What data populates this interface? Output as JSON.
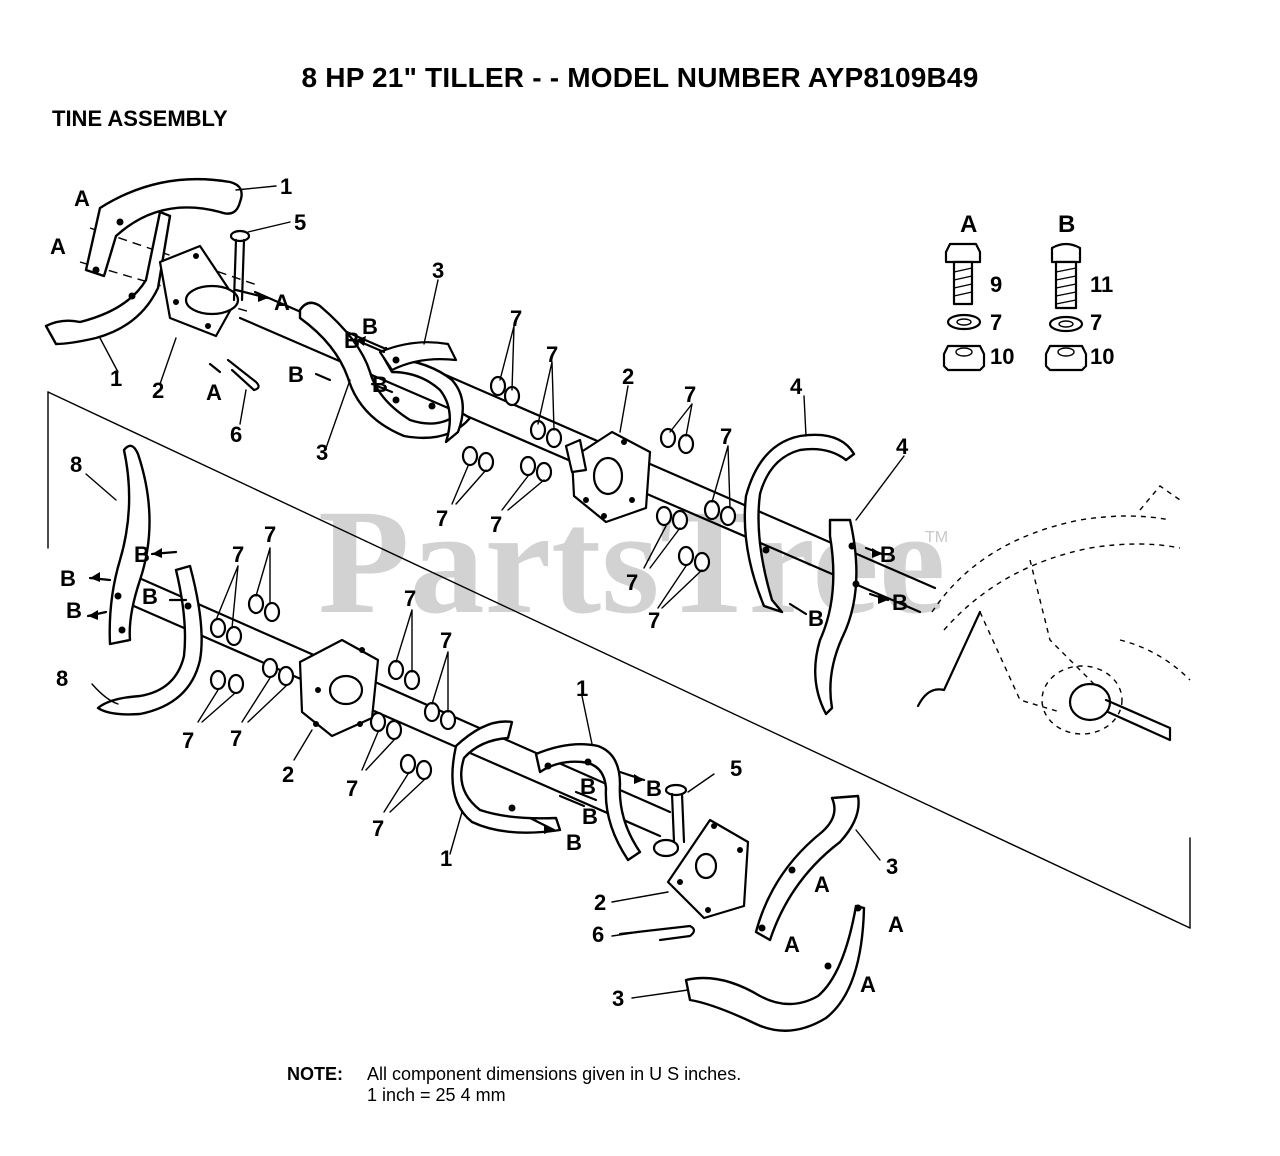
{
  "title": "8 HP  21\" TILLER - - MODEL NUMBER AYP8109B49",
  "subtitle": "TINE ASSEMBLY",
  "watermark": {
    "text": "PartsTree",
    "tm": "TM"
  },
  "hardware_legend": {
    "A": {
      "header": "A",
      "bolt": "9",
      "washer": "7",
      "nut": "10"
    },
    "B": {
      "header": "B",
      "bolt": "11",
      "washer": "7",
      "nut": "10"
    }
  },
  "callouts": {
    "n1": "1",
    "n2": "2",
    "n3": "3",
    "n4": "4",
    "n5": "5",
    "n6": "6",
    "n7": "7",
    "n8": "8",
    "a": "A",
    "b": "B"
  },
  "note": {
    "label": "NOTE:",
    "line1": "All component dimensions given in U S  inches.",
    "line2": "1 inch = 25 4 mm"
  }
}
